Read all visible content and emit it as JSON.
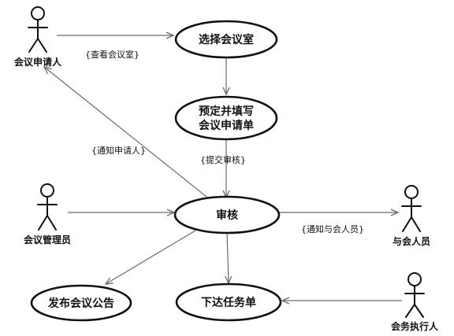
{
  "actors": {
    "applicant": "会议申请人",
    "admin": "会议管理员",
    "attendee": "与会人员",
    "executor": "会务执行人"
  },
  "usecases": {
    "select_room": "选择会议室",
    "book_line1": "预定并填写",
    "book_line2": "会议申请单",
    "review": "审核",
    "publish": "发布会议公告",
    "task": "下达任务单"
  },
  "edge_labels": {
    "view_room": "{查看会议室}",
    "notify_applicant": "{通知申请人}",
    "submit_review": "{提交审核}",
    "notify_attendee": "{通知与会人员}"
  },
  "colors": {
    "line": "#6a6a6a",
    "ink": "#111111",
    "background": "#ffffff"
  }
}
